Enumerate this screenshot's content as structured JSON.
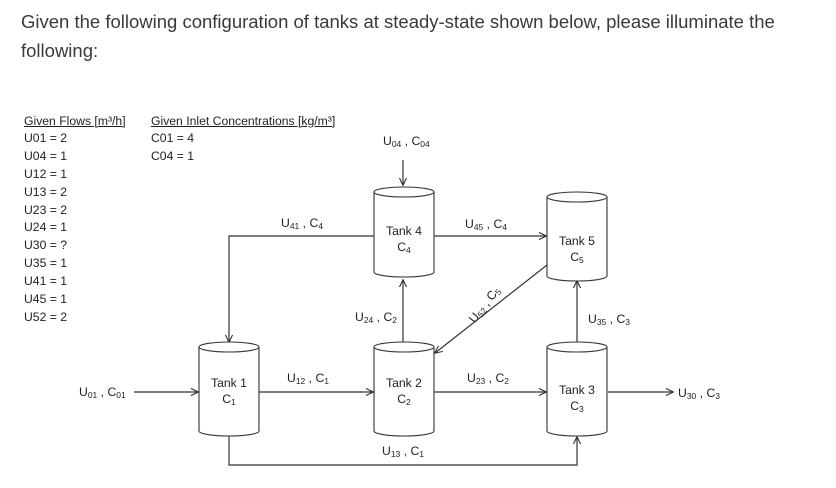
{
  "question": "Given the following configuration of tanks at steady-state shown below, please illuminate the following:",
  "flows": {
    "header": "Given Flows [m³/h]",
    "items": [
      "U01 = 2",
      "U04 = 1",
      "U12 = 1",
      "U13 = 2",
      "U23 = 2",
      "U24 = 1",
      "U30 = ?",
      "U35 = 1",
      "U41 = 1",
      "U45 = 1",
      "U52 = 2"
    ]
  },
  "concentrations": {
    "header": "Given Inlet Concentrations [kg/m³]",
    "items": [
      "C01 = 4",
      "C04 = 1"
    ]
  },
  "tanks": {
    "tank1": {
      "name": "Tank 1",
      "conc": "C",
      "sub": "1"
    },
    "tank2": {
      "name": "Tank 2",
      "conc": "C",
      "sub": "2"
    },
    "tank3": {
      "name": "Tank 3",
      "conc": "C",
      "sub": "3"
    },
    "tank4": {
      "name": "Tank 4",
      "conc": "C",
      "sub": "4"
    },
    "tank5": {
      "name": "Tank 5",
      "conc": "C",
      "sub": "5"
    }
  },
  "streams": {
    "s04": {
      "u": "U",
      "us": "04",
      "c": "C",
      "cs": "04"
    },
    "s41": {
      "u": "U",
      "us": "41",
      "c": "C",
      "cs": "4"
    },
    "s45": {
      "u": "U",
      "us": "45",
      "c": "C",
      "cs": "4"
    },
    "s24": {
      "u": "U",
      "us": "24",
      "c": "C",
      "cs": "2"
    },
    "s52": {
      "u": "U",
      "us": "52",
      "c": "C",
      "cs": "5"
    },
    "s35": {
      "u": "U",
      "us": "35",
      "c": "C",
      "cs": "3"
    },
    "s01": {
      "u": "U",
      "us": "01",
      "c": "C",
      "cs": "01"
    },
    "s12": {
      "u": "U",
      "us": "12",
      "c": "C",
      "cs": "1"
    },
    "s23": {
      "u": "U",
      "us": "23",
      "c": "C",
      "cs": "2"
    },
    "s30": {
      "u": "U",
      "us": "30",
      "c": "C",
      "cs": "3"
    },
    "s13": {
      "u": "U",
      "us": "13",
      "c": "C",
      "cs": "1"
    },
    "sep": " , "
  }
}
